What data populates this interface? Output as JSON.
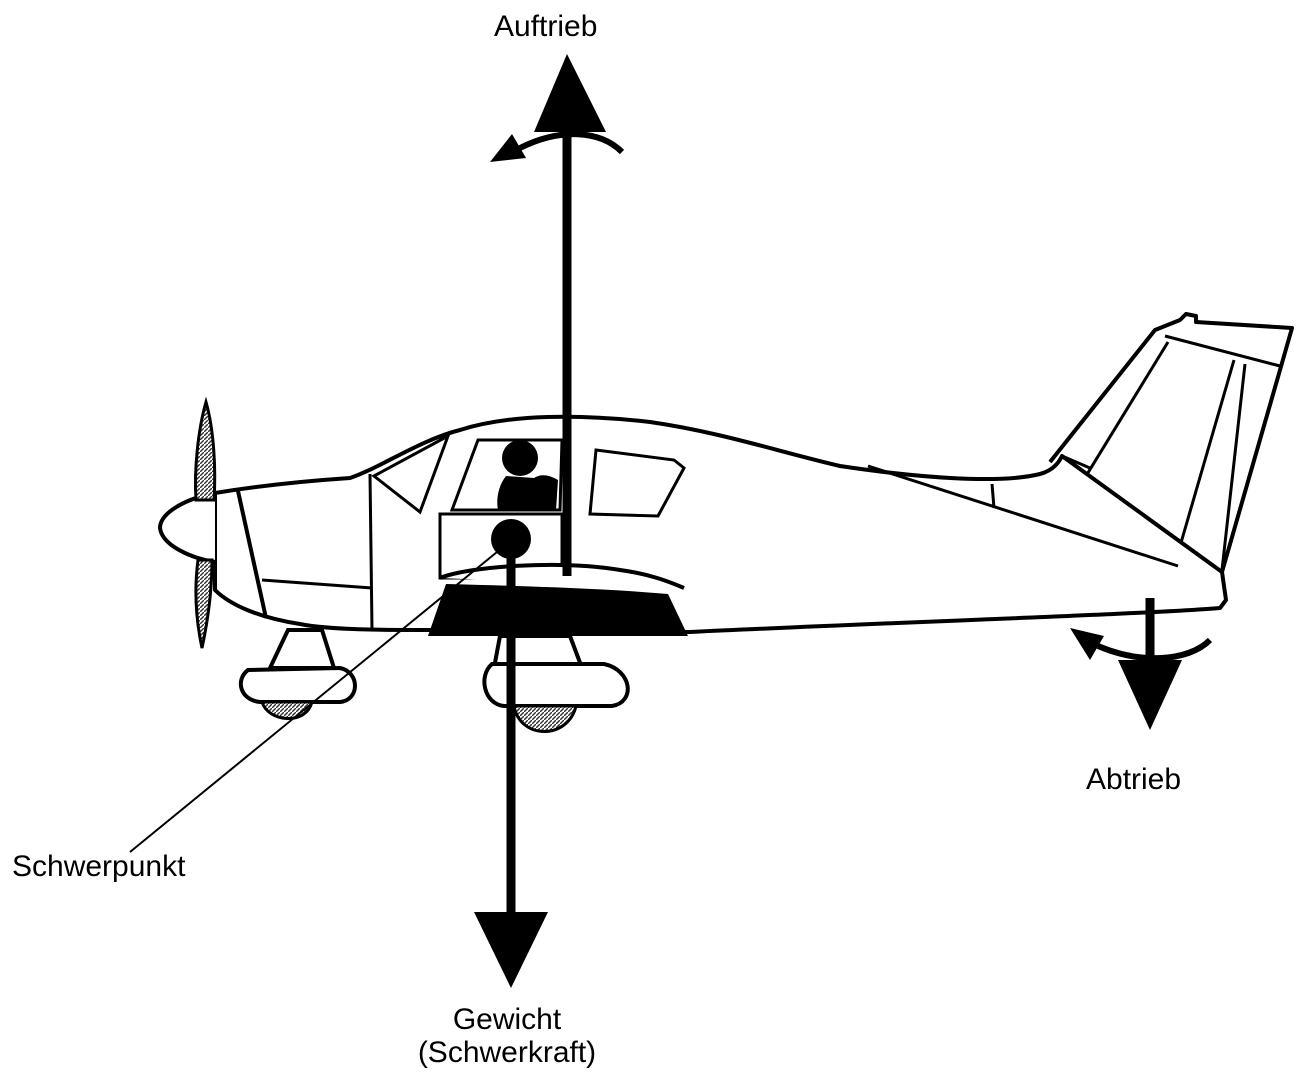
{
  "labels": {
    "lift": "Auftrieb",
    "downforce": "Abtrieb",
    "center_of_gravity": "Schwerpunkt",
    "weight_line1": "Gewicht",
    "weight_line2": "(Schwerkraft)"
  },
  "colors": {
    "ink": "#000000",
    "background": "#ffffff",
    "hatch": "#555555"
  }
}
